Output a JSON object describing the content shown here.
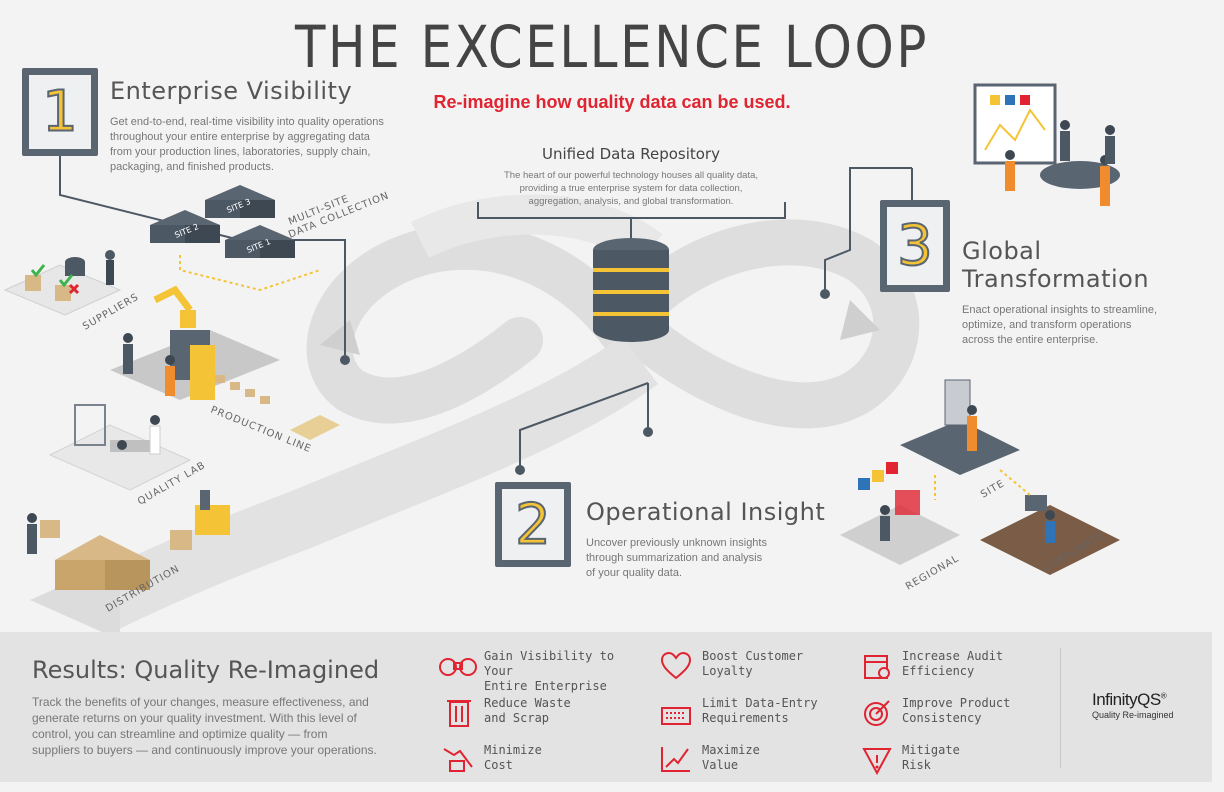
{
  "title": "THE EXCELLENCE LOOP",
  "subtitle": "Re-imagine how quality data can be used.",
  "colors": {
    "accent_red": "#e02431",
    "sign_yellow": "#f4c436",
    "sign_gray": "#5a6572",
    "results_bg": "#e3e3e4"
  },
  "repository": {
    "heading": "Unified Data Repository",
    "body_lines": [
      "The heart of our powerful technology houses all quality data,",
      "providing a true enterprise system for data collection,",
      "aggregation, analysis, and global transformation."
    ]
  },
  "sections": [
    {
      "number": "1",
      "heading": "Enterprise Visibility",
      "body_lines": [
        "Get end-to-end, real-time visibility into quality operations",
        "throughout your entire enterprise by aggregating data",
        "from your production lines, laboratories, supply chain,",
        "packaging, and finished products."
      ]
    },
    {
      "number": "2",
      "heading": "Operational Insight",
      "body_lines": [
        "Uncover previously unknown insights",
        "through summarization and analysis",
        "of your quality data."
      ]
    },
    {
      "number": "3",
      "heading": "Global Transformation",
      "body_lines": [
        "Enact operational insights to streamline,",
        "optimize, and transform operations",
        "across the entire enterprise."
      ]
    }
  ],
  "labels": {
    "multisite": [
      "MULTI-SITE",
      "DATA COLLECTION"
    ],
    "site1": "SITE 1",
    "site2": "SITE 2",
    "site3": "SITE 3",
    "suppliers": "SUPPLIERS",
    "production_line": "PRODUCTION LINE",
    "quality_lab": "QUALITY LAB",
    "distribution": "DISTRIBUTION",
    "site": "SITE",
    "regional": "REGIONAL",
    "corporate": "CORPORATE"
  },
  "results": {
    "heading": "Results: Quality Re-Imagined",
    "body_lines": [
      "Track the benefits of your changes, measure effectiveness, and",
      "generate returns on your quality investment. With this level of",
      "control, you can streamline and optimize quality — from",
      "suppliers to buyers — and continuously improve your operations."
    ],
    "benefits": [
      {
        "icon": "binoculars-icon",
        "lines": [
          "Gain Visibility to Your",
          "Entire Enterprise"
        ]
      },
      {
        "icon": "heart-icon",
        "lines": [
          "Boost Customer",
          "Loyalty"
        ]
      },
      {
        "icon": "calendar-audit-icon",
        "lines": [
          "Increase Audit",
          "Efficiency"
        ]
      },
      {
        "icon": "trash-can-icon",
        "lines": [
          "Reduce Waste",
          "and Scrap"
        ]
      },
      {
        "icon": "keyboard-icon",
        "lines": [
          "Limit Data-Entry",
          "Requirements"
        ]
      },
      {
        "icon": "target-icon",
        "lines": [
          "Improve Product",
          "Consistency"
        ]
      },
      {
        "icon": "falling-cost-icon",
        "lines": [
          "Minimize",
          "Cost"
        ]
      },
      {
        "icon": "rising-chart-icon",
        "lines": [
          "Maximize",
          "Value"
        ]
      },
      {
        "icon": "warning-triangle-icon",
        "lines": [
          "Mitigate",
          "Risk"
        ]
      }
    ]
  },
  "logo": {
    "name": "InfinityQS",
    "mark": "®",
    "tagline": "Quality Re-imagined"
  }
}
